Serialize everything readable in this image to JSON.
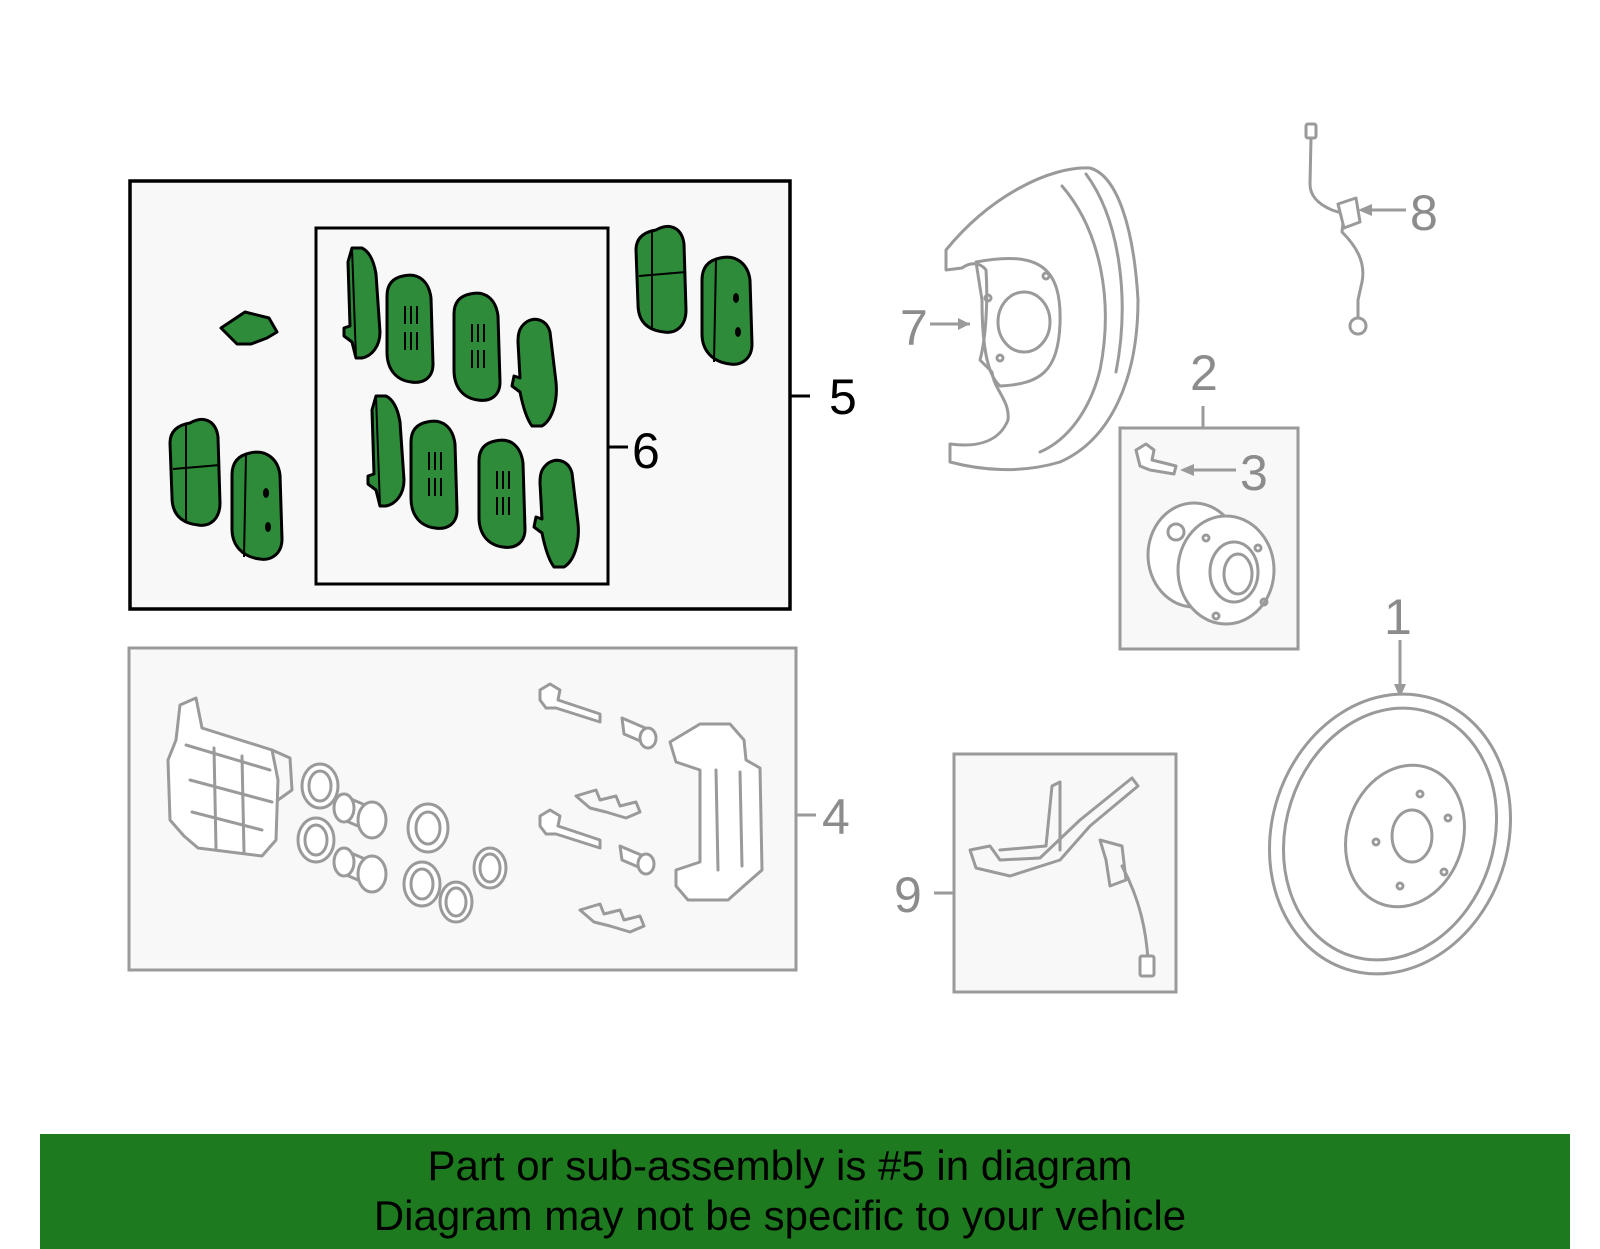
{
  "callouts": {
    "c1": "1",
    "c2": "2",
    "c3": "3",
    "c4": "4",
    "c5": "5",
    "c6": "6",
    "c7": "7",
    "c8": "8",
    "c9": "9"
  },
  "banner": {
    "line1": "Part or sub-assembly is #5 in diagram",
    "line2": "Diagram may not be specific to your vehicle"
  },
  "colors": {
    "highlight": "#2e8b3a",
    "banner": "#1e7a1e",
    "inactive": "#9a9a9a"
  }
}
